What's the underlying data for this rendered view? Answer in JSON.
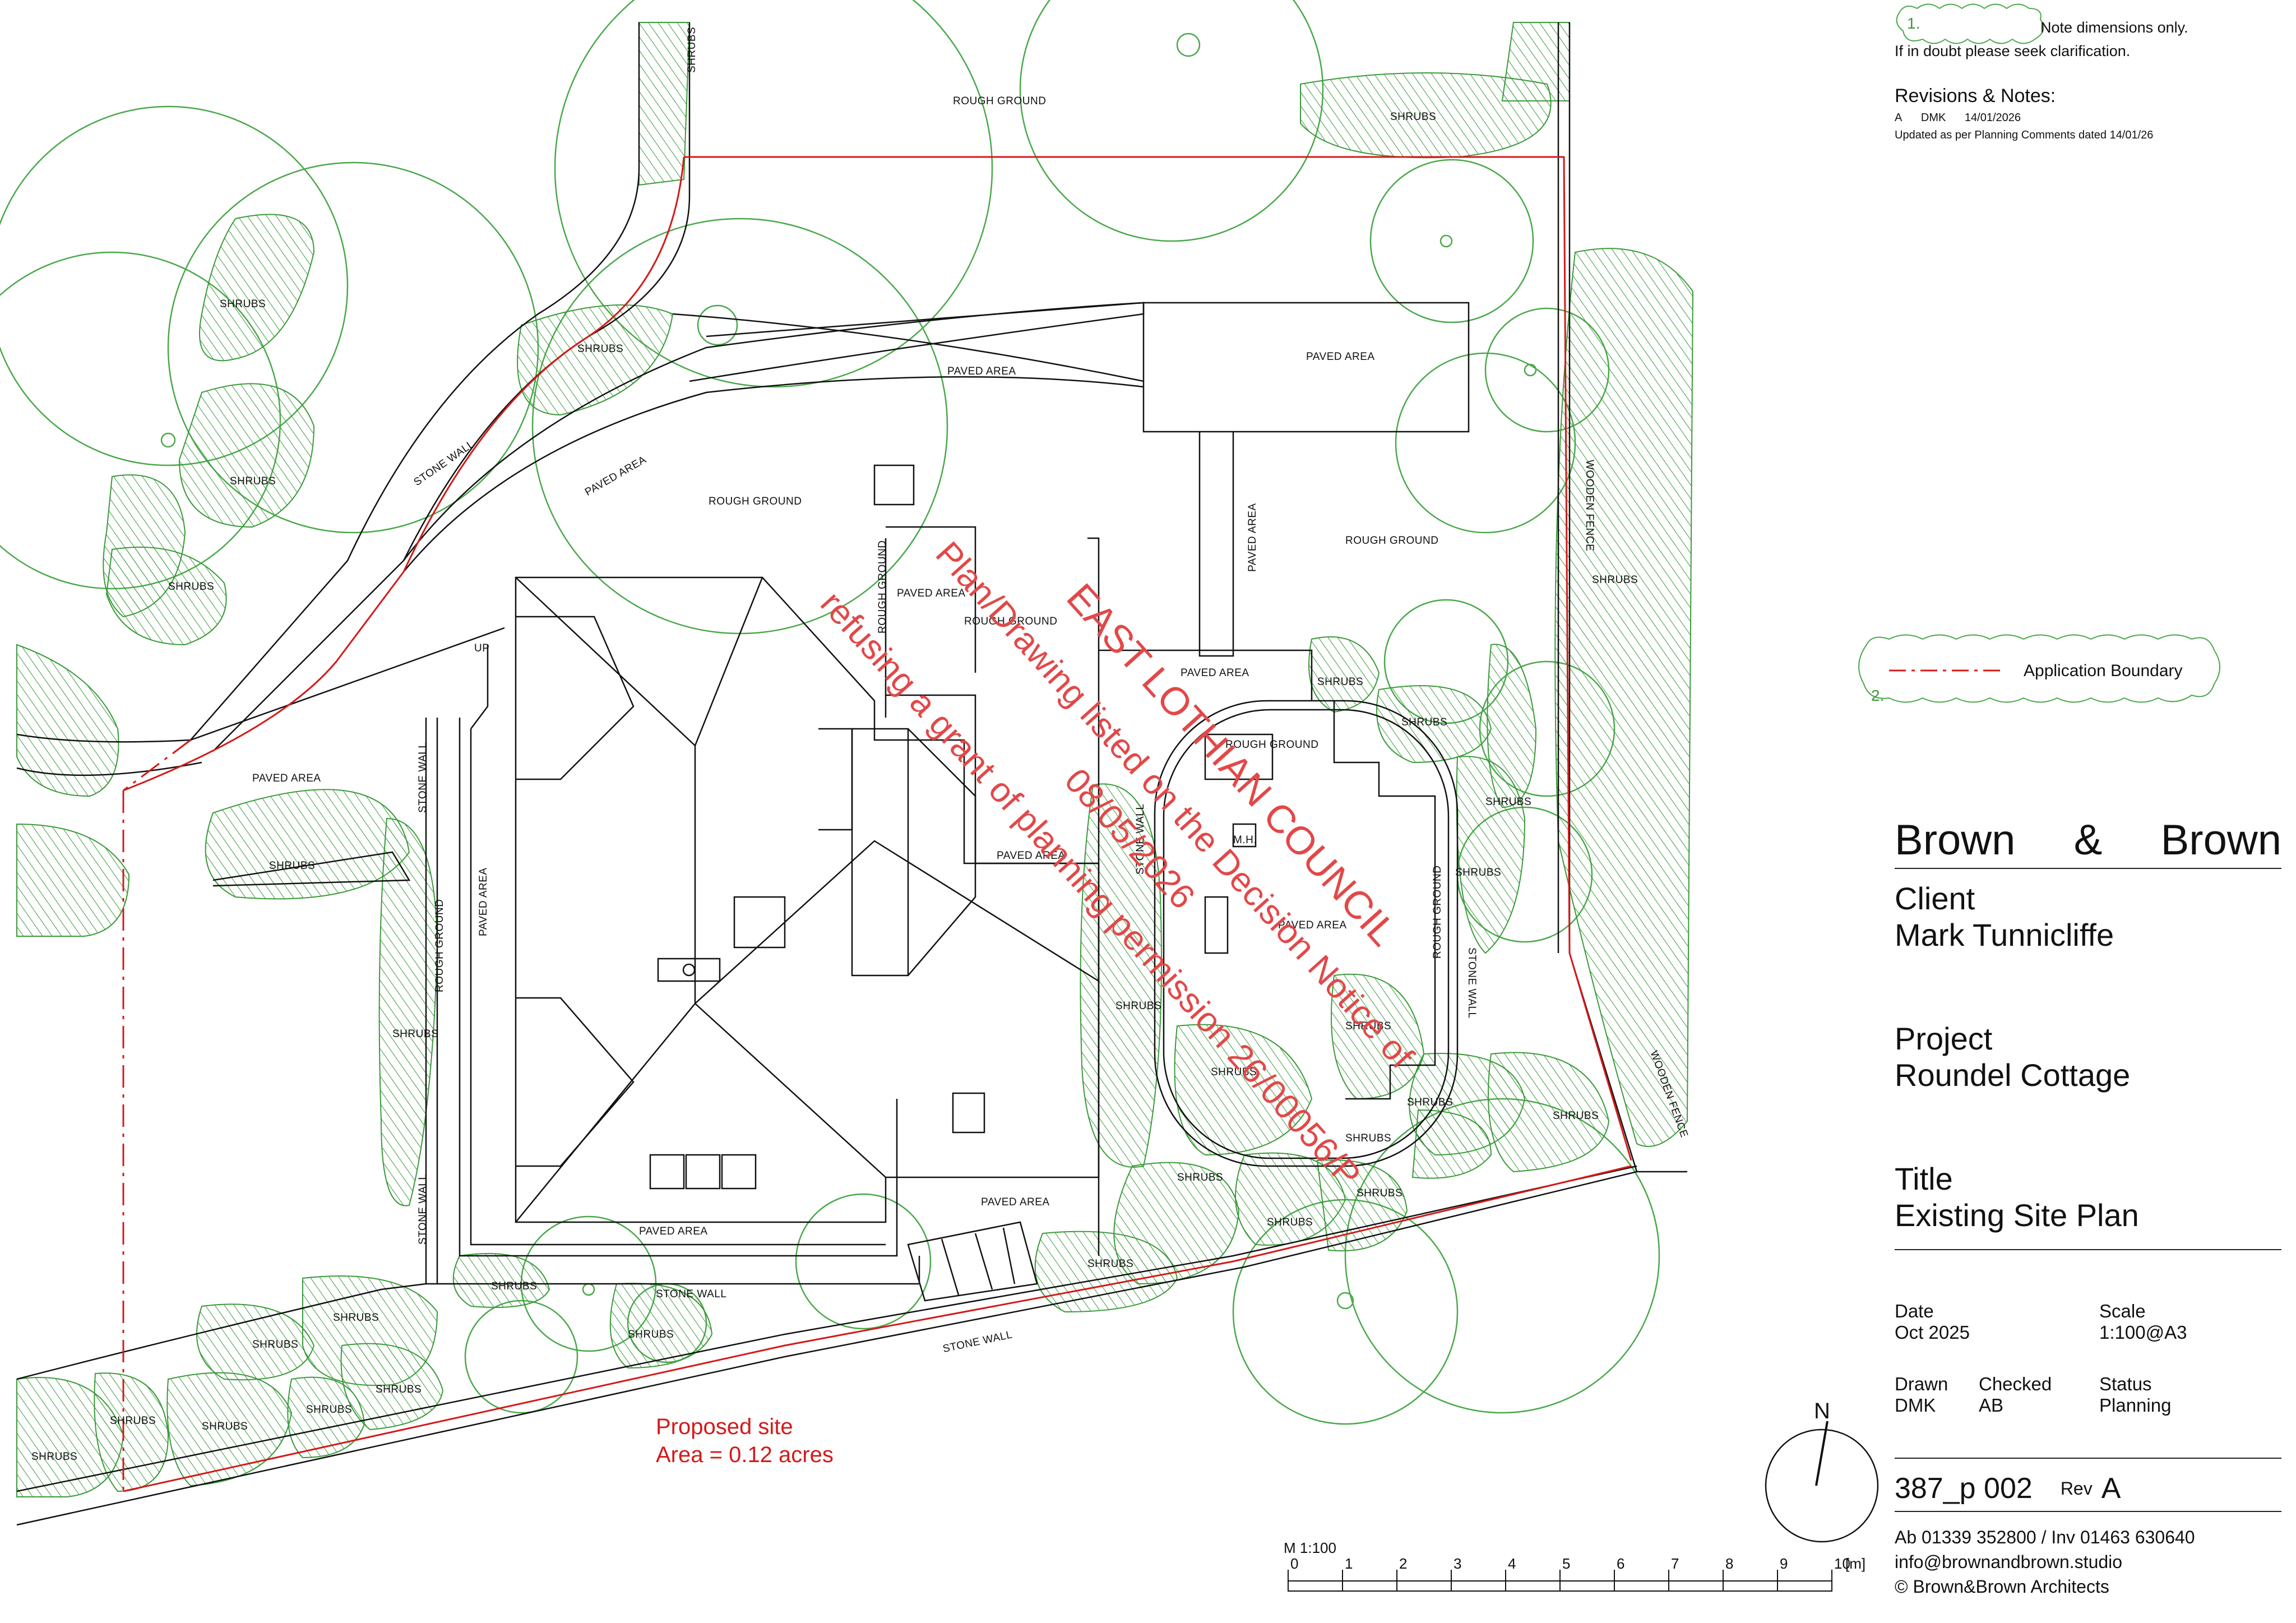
{
  "notes": {
    "num1": "1.",
    "dims": "Note dimensions only.",
    "doubt": "If in doubt please seek clarification.",
    "revisions_heading": "Revisions & Notes:",
    "rev_letter": "A",
    "rev_by": "DMK",
    "rev_date": "14/01/2026",
    "rev_desc": "Updated as per Planning Comments dated 14/01/26"
  },
  "legend": {
    "num2": "2.",
    "label": "Application Boundary"
  },
  "title_block": {
    "brand_left": "Brown",
    "brand_amp": "&",
    "brand_right": "Brown",
    "client_label": "Client",
    "client_value": "Mark Tunnicliffe",
    "project_label": "Project",
    "project_value": "Roundel Cottage",
    "title_label": "Title",
    "title_value": "Existing Site Plan",
    "date_label": "Date",
    "date_value": "Oct 2025",
    "scale_label": "Scale",
    "scale_value": "1:100@A3",
    "drawn_label": "Drawn",
    "drawn_value": "DMK",
    "checked_label": "Checked",
    "checked_value": "AB",
    "status_label": "Status",
    "status_value": "Planning",
    "drawing_no": "387_p 002",
    "rev_label": "Rev",
    "rev_value": "A",
    "phone": "Ab 01339 352800 / Inv 01463 630640",
    "email": "info@brownandbrown.studio",
    "copyright": "© Brown&Brown Architects"
  },
  "north": "N",
  "scale_bar": {
    "title": "M 1:100",
    "ticks": [
      "0",
      "1",
      "2",
      "3",
      "4",
      "5",
      "6",
      "7",
      "8",
      "9",
      "10"
    ],
    "unit": "[m]"
  },
  "stamp": {
    "line1": "EAST LOTHIAN COUNCIL",
    "line2": "Plan/Drawing listed on the Decision Notice of",
    "line3": "08/05/2026",
    "line4": "refusing a grant of planning permission 26/00056/P"
  },
  "site_note": {
    "line1": "Proposed site",
    "line2": "Area = 0.12 acres"
  },
  "plan_labels": {
    "rough_ground_top": "ROUGH GROUND",
    "shrubs": "SHRUBS",
    "stone_wall": "STONE WALL",
    "paved_area": "PAVED AREA",
    "rough_ground": "ROUGH GROUND",
    "wooden_fence": "WOODEN FENCE",
    "up": "UP",
    "mh": "M.H."
  },
  "colors": {
    "accent_red": "#d41919",
    "tree_green": "#3a9a3a",
    "line": "#111111"
  }
}
